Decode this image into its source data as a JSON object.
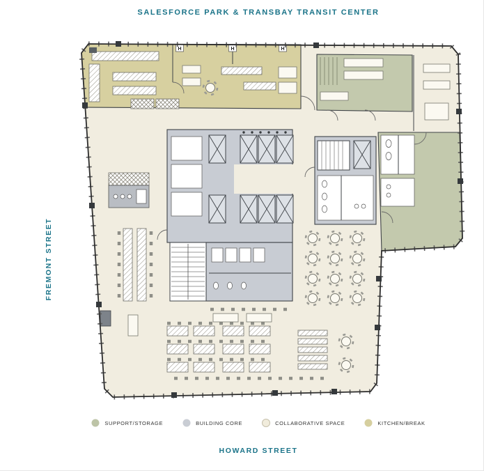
{
  "title": "SALESFORCE PARK & TRANSBAY TRANSIT CENTER",
  "streets": {
    "left": "FREMONT STREET",
    "bottom": "HOWARD STREET"
  },
  "plan": {
    "h_markers": [
      "H",
      "H",
      "H"
    ]
  },
  "legend": {
    "items": [
      {
        "label": "SUPPORT/STORAGE",
        "color": "#bdc4a7"
      },
      {
        "label": "BUILDING CORE",
        "color": "#c9cdd4"
      },
      {
        "label": "COLLABORATIVE SPACE",
        "color": "#f1ecdc"
      },
      {
        "label": "KITCHEN/BREAK",
        "color": "#d6cf9f"
      }
    ]
  },
  "colors": {
    "accent": "#1b7489",
    "wall": "#2d2d2d",
    "floor": "#f1ede0"
  }
}
